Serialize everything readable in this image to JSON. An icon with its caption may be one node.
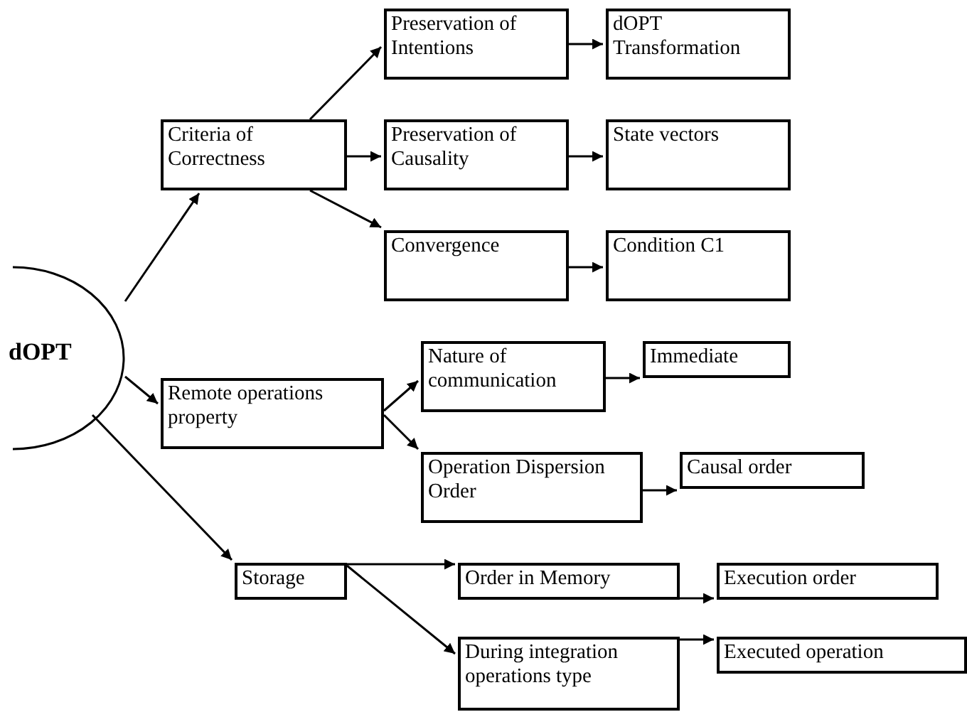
{
  "diagram": {
    "nodes": [
      {
        "text": [
          "dOPT"
        ]
      },
      {
        "text": [
          "Criteria of Correctness"
        ]
      },
      {
        "text": [
          "Preservation of Intentions"
        ]
      },
      {
        "text": [
          "dOPT Transformation"
        ]
      },
      {
        "text": [
          "Preservation of Causality"
        ]
      },
      {
        "text": [
          "State vectors"
        ]
      },
      {
        "text": [
          "Convergence"
        ]
      },
      {
        "text": [
          "Condition C1"
        ]
      },
      {
        "text": [
          "Remote operations property"
        ]
      },
      {
        "text": [
          "Nature of communication"
        ]
      },
      {
        "text": [
          "Immediate"
        ]
      },
      {
        "text": [
          "Operation Dispersion Order"
        ]
      },
      {
        "text": [
          "Causal order"
        ]
      },
      {
        "text": [
          "Storage"
        ]
      },
      {
        "text": [
          "Order in Memory"
        ]
      },
      {
        "text": [
          "Execution order"
        ]
      },
      {
        "text": [
          "During integration operations type"
        ]
      },
      {
        "text": [
          "Executed operation"
        ]
      }
    ],
    "edges": [
      {
        "from": 0,
        "to": 1,
        "arrow": "to"
      },
      {
        "from": 1,
        "to": 2,
        "arrow": "to"
      },
      {
        "from": 1,
        "to": 4,
        "arrow": "to"
      },
      {
        "from": 1,
        "to": 6,
        "arrow": "to"
      },
      {
        "from": 2,
        "to": 3,
        "arrow": "to"
      },
      {
        "from": 4,
        "to": 5,
        "arrow": "to"
      },
      {
        "from": 6,
        "to": 7,
        "arrow": "to"
      },
      {
        "from": 0,
        "to": 8,
        "arrow": "to"
      },
      {
        "from": 8,
        "to": 9,
        "arrow": "to"
      },
      {
        "from": 8,
        "to": 11,
        "arrow": "to"
      },
      {
        "from": 9,
        "to": 10,
        "arrow": "to"
      },
      {
        "from": 11,
        "to": 12,
        "arrow": "to"
      },
      {
        "from": 0,
        "to": 13,
        "arrow": "to"
      },
      {
        "from": 13,
        "to": 14,
        "arrow": "to"
      },
      {
        "from": 13,
        "to": 16,
        "arrow": "to"
      },
      {
        "from": 14,
        "to": 15,
        "arrow": "to"
      },
      {
        "from": 16,
        "to": 17,
        "arrow": "to"
      }
    ]
  }
}
